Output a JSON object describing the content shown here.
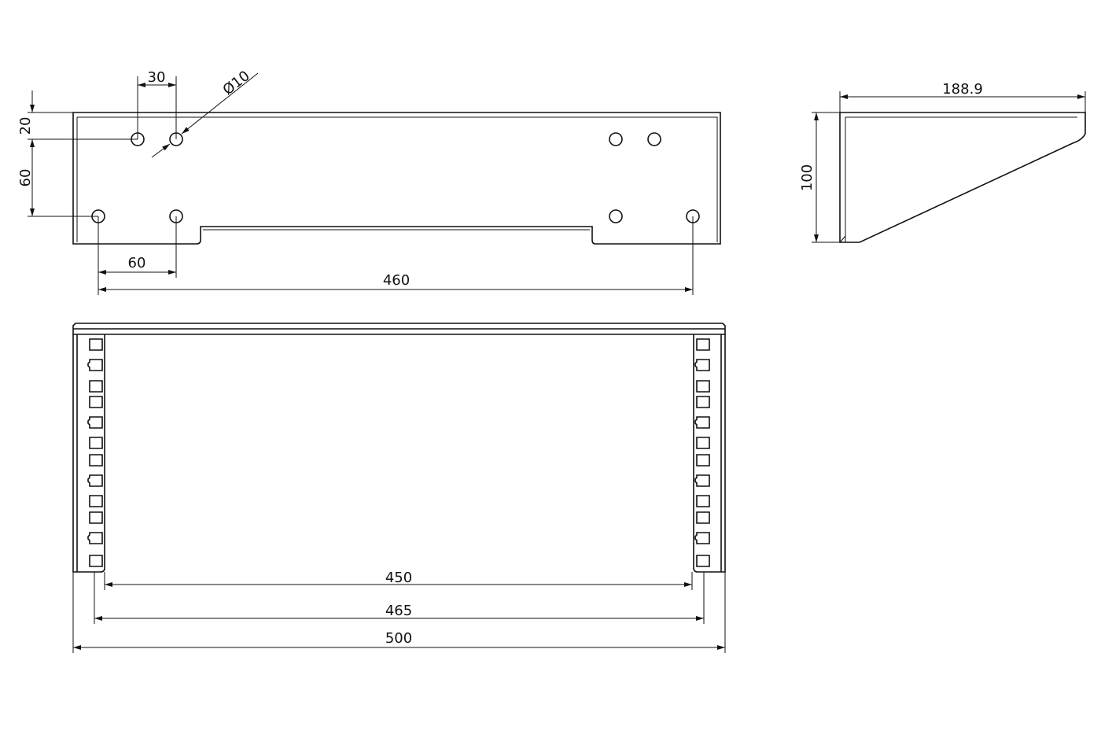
{
  "dimensions": {
    "top_hole_spacing": "30",
    "hole_diameter": "Ø10",
    "top_offset": "20",
    "vertical_hole_spacing": "60",
    "horizontal_hole_spacing": "60",
    "outer_hole_span": "460",
    "depth": "188.9",
    "height": "100",
    "inner_width": "450",
    "rail_span": "465",
    "overall_width": "500"
  },
  "rack_holes_per_post": 12
}
